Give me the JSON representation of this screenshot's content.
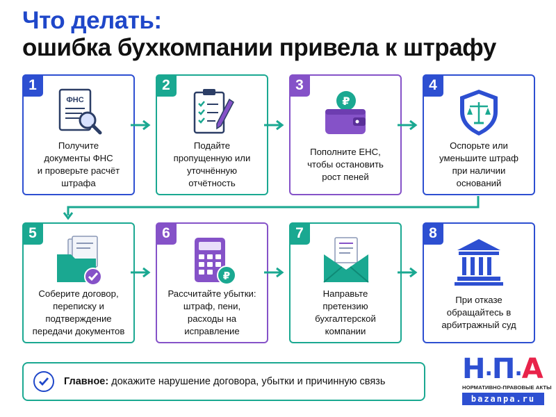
{
  "title": {
    "line1": "Что делать:",
    "line2": "ошибка бухкомпании привела к штрафу"
  },
  "steps": [
    {
      "num": "1",
      "text": "Получите\nдокументы ФНС\nи проверьте расчёт\nштрафа",
      "icon": "document-magnifier-icon",
      "icon_label": "ФНС",
      "color": "blue"
    },
    {
      "num": "2",
      "text": "Подайте\nпропущенную или\nуточнённую\nотчётность",
      "icon": "clipboard-checklist-icon",
      "color": "teal"
    },
    {
      "num": "3",
      "text": "Пополните ЕНС,\nчтобы остановить\nрост пеней",
      "icon": "wallet-ruble-icon",
      "icon_label": "₽",
      "color": "purple"
    },
    {
      "num": "4",
      "text": "Оспорьте или\nуменьшите штраф\nпри наличии\nоснований",
      "icon": "shield-scales-icon",
      "color": "blue"
    },
    {
      "num": "5",
      "text": "Соберите договор,\nпереписку и\nподтверждение\nпередачи документов",
      "icon": "folder-check-icon",
      "color": "teal"
    },
    {
      "num": "6",
      "text": "Рассчитайте убытки:\nштраф, пени,\nрасходы на\nисправление",
      "icon": "calculator-ruble-icon",
      "icon_label": "₽",
      "color": "purple"
    },
    {
      "num": "7",
      "text": "Направьте\nпретензию\nбухгалтерской\nкомпании",
      "icon": "envelope-letter-icon",
      "color": "teal"
    },
    {
      "num": "8",
      "text": "При отказе\nобращайтесь в\nарбитражный суд",
      "icon": "courthouse-icon",
      "color": "blue"
    }
  ],
  "summary": {
    "label": "Главное:",
    "text": " докажите нарушение договора, убытки и причинную связь"
  },
  "logo": {
    "mark_n": "Н",
    "mark_dot": ".",
    "mark_p": "П",
    "mark_dot2": ".",
    "mark_a": "А",
    "subtitle": "НОРМАТИВНО-ПРАВОВЫЕ АКТЫ",
    "url": "bazanpa.ru"
  },
  "colors": {
    "blue": "#2d4fd1",
    "teal": "#1aa891",
    "purple": "#8552c8",
    "title_blue": "#1f47c9",
    "logo_red": "#e8234a"
  }
}
